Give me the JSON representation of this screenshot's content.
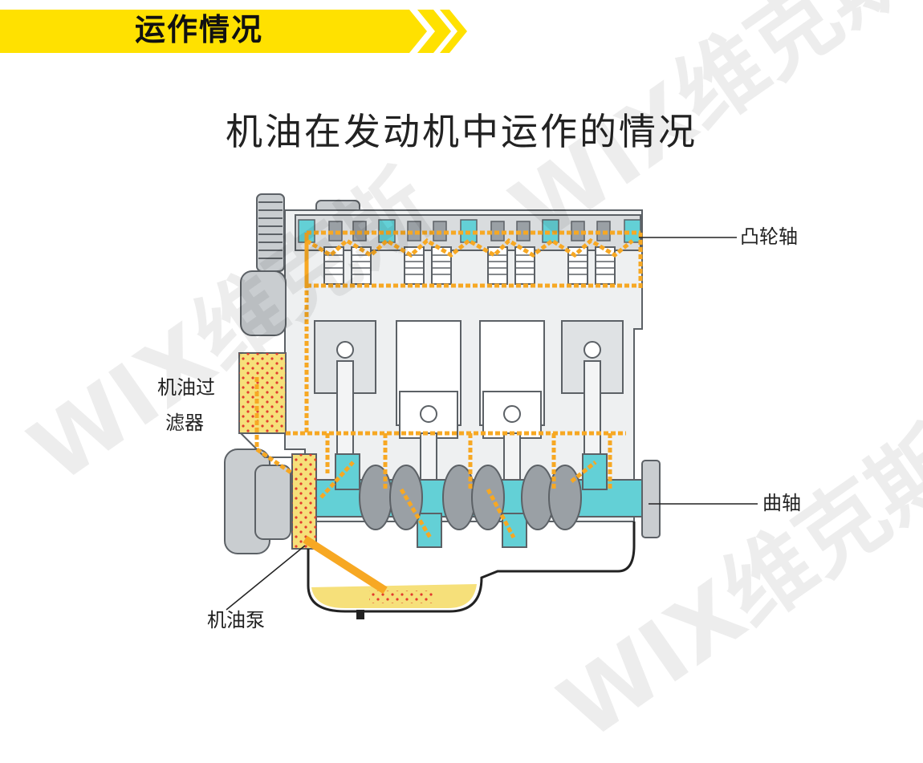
{
  "banner": {
    "title": "运作情况"
  },
  "main_title": "机油在发动机中运作的情况",
  "labels": {
    "camshaft": "凸轮轴",
    "oil_filter_line1": "机油过",
    "oil_filter_line2": "滤器",
    "crankshaft": "曲轴",
    "oil_pump": "机油泵"
  },
  "watermark": {
    "text": "WIX维克斯"
  },
  "colors": {
    "banner_yellow": "#ffe100",
    "oil_path": "#f7a823",
    "oil_dot": "#e23b2d",
    "oil_pool": "#f6e07a",
    "bearing": "#63d0d6",
    "engine_gray": "#c9cdd0",
    "engine_dark": "#5c6166"
  }
}
